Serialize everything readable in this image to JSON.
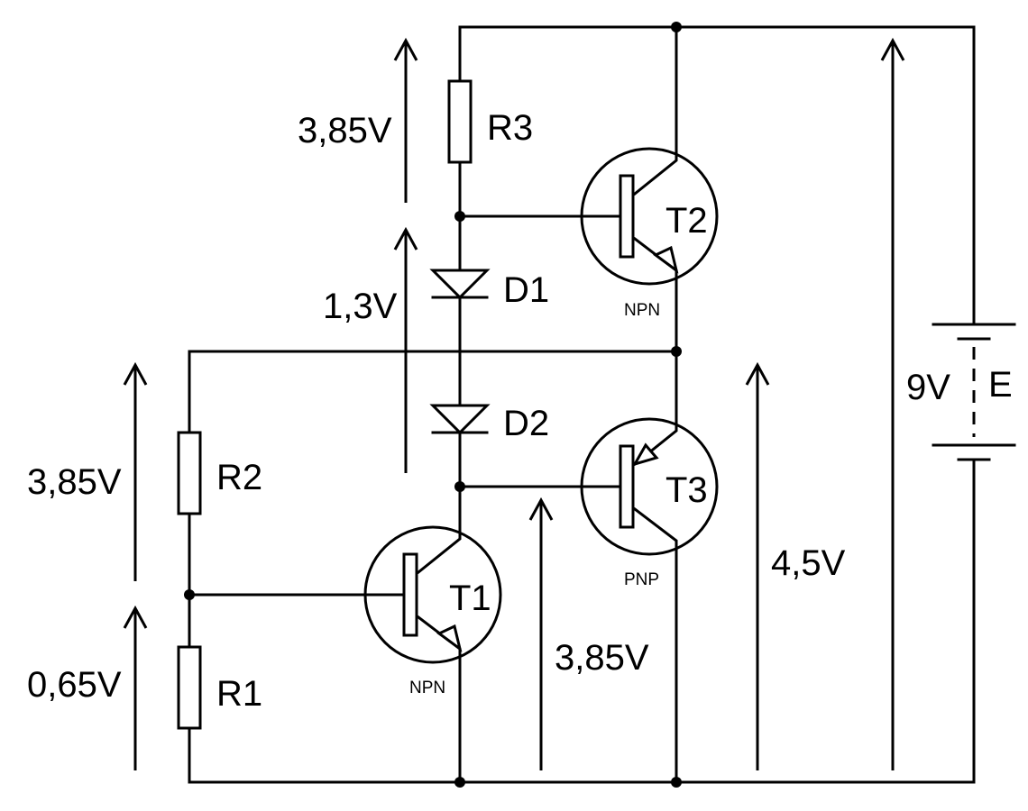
{
  "components": {
    "r1": "R1",
    "r2": "R2",
    "r3": "R3",
    "d1": "D1",
    "d2": "D2",
    "t1": "T1",
    "t2": "T2",
    "t3": "T3",
    "battery": "E"
  },
  "transistor_types": {
    "t1": "NPN",
    "t2": "NPN",
    "t3": "PNP"
  },
  "voltages": {
    "r3": "3,85V",
    "d1_d2": "1,3V",
    "r2": "3,85V",
    "r1": "0,65V",
    "t3_base": "3,85V",
    "mid": "4,5V",
    "supply": "9V"
  },
  "colors": {
    "line": "#000000",
    "background": "#ffffff"
  }
}
